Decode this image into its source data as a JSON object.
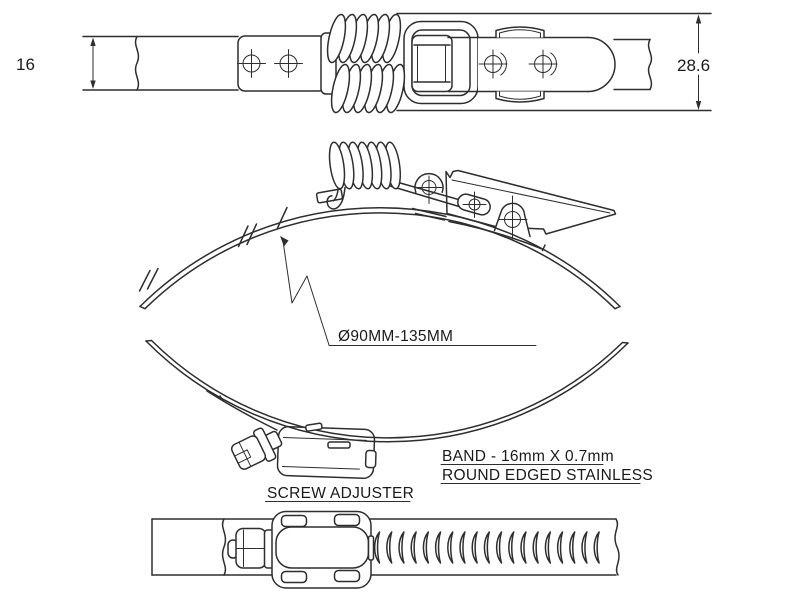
{
  "colors": {
    "line": "#2e2e2e",
    "text": "#1a1a1a",
    "background": "#ffffff"
  },
  "views": {
    "top_view": "flat layout of clamp band with tension spring and latch buckle",
    "front_view": "assembled clamp ring with spring latch lever and screw adjuster",
    "bottom_view": "band detail through screw adjuster housing with slotted band"
  },
  "dimensions": {
    "band_width": "16",
    "overall_width": "28.6"
  },
  "labels": {
    "diameter_range": "Ø90MM-135MM",
    "screw_adjuster": "SCREW ADJUSTER",
    "band_spec_line1": "BAND - 16mm X 0.7mm",
    "band_spec_line2": "ROUND EDGED STAINLESS"
  }
}
